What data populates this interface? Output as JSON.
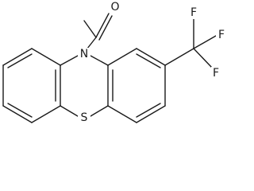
{
  "molecule": {
    "atoms": {
      "oxygen": "O",
      "nitrogen": "N",
      "sulfur": "S",
      "fluorine_top": "F",
      "fluorine_right": "F",
      "fluorine_bottom": "F"
    }
  },
  "colors": {
    "bond": "#1a1a1a",
    "background": "#ffffff"
  }
}
